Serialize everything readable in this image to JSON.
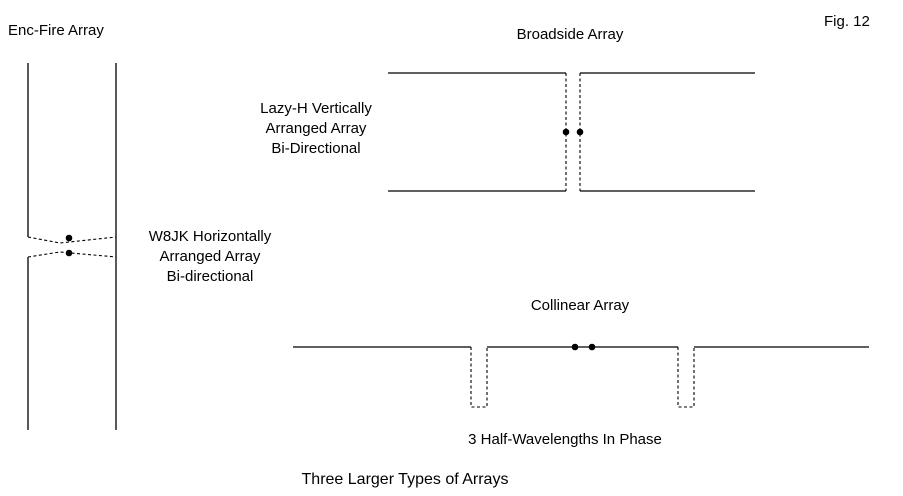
{
  "figure_label": "Fig. 12",
  "caption": "Three Larger Types of Arrays",
  "end_fire": {
    "title": "Enc-Fire Array",
    "description": [
      "W8JK Horizontally",
      "Arranged Array",
      "Bi-directional"
    ]
  },
  "broadside": {
    "title": "Broadside Array",
    "description": [
      "Lazy-H Vertically",
      "Arranged Array",
      "Bi-Directional"
    ]
  },
  "collinear": {
    "title": "Collinear Array",
    "description": "3 Half-Wavelengths In Phase"
  },
  "colors": {
    "line": "#000000",
    "background": "#ffffff"
  }
}
